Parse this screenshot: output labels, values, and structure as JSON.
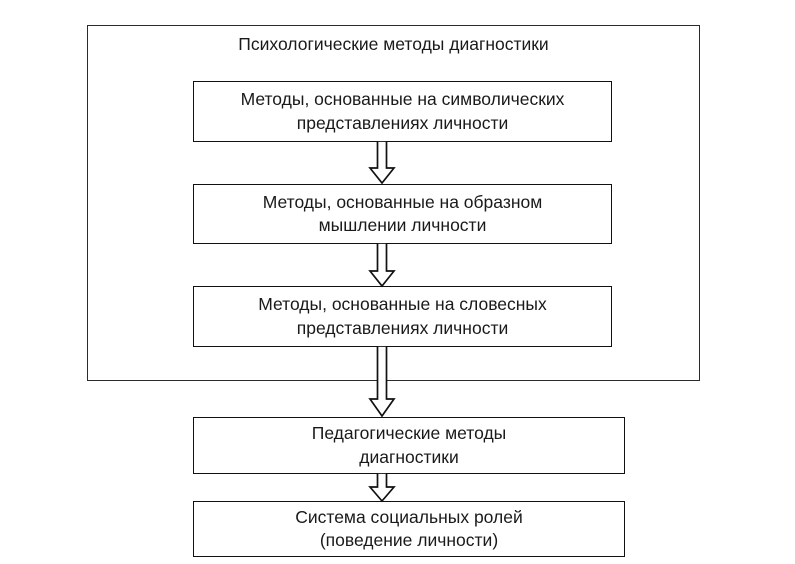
{
  "diagram": {
    "title_group": "Психологические методы диагностики",
    "language": "ru",
    "background_color": "#ffffff",
    "line_color": "#111111",
    "text_color": "#1a1a1a",
    "nodes": [
      {
        "id": "symbolic",
        "label": "Методы, основанные на символических\nпредставлениях личности",
        "group": "psychological"
      },
      {
        "id": "imagery",
        "label": "Методы, основанные на образном\nмышлении личности",
        "group": "psychological"
      },
      {
        "id": "verbal",
        "label": "Методы, основанные на словесных\nпредставлениях личности",
        "group": "psychological"
      },
      {
        "id": "pedagogical",
        "label": "Педагогические методы\nдиагностики",
        "group": "outer"
      },
      {
        "id": "social_roles",
        "label": "Система социальных ролей\n(поведение личности)",
        "group": "outer"
      }
    ],
    "connectors": [
      {
        "id": "symbolic-to-imagery",
        "from": "symbolic",
        "to": "imagery",
        "style": "hollow-block-arrow",
        "direction": "down"
      },
      {
        "id": "imagery-to-verbal",
        "from": "imagery",
        "to": "verbal",
        "style": "hollow-block-arrow",
        "direction": "down"
      },
      {
        "id": "verbal-to-pedagogical",
        "from": "verbal",
        "to": "pedagogical",
        "style": "hollow-block-arrow",
        "direction": "down"
      },
      {
        "id": "pedagogical-to-social-roles",
        "from": "pedagogical",
        "to": "social_roles",
        "style": "hollow-block-arrow",
        "direction": "down"
      }
    ]
  }
}
